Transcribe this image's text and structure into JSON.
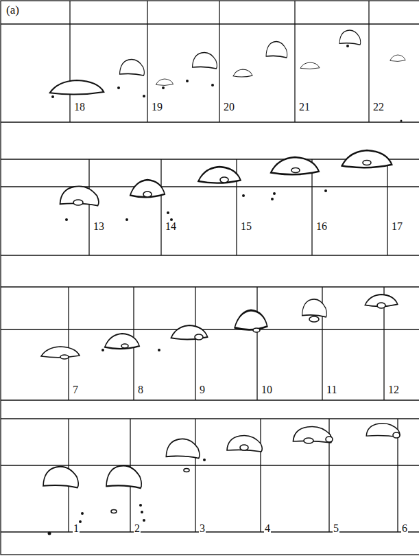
{
  "diagram": {
    "labels": [
      "(a)",
      "1",
      "2",
      "3",
      "4",
      "5",
      "6",
      "7",
      "8",
      "9",
      "10",
      "11",
      "12",
      "13",
      "14",
      "15",
      "16",
      "17",
      "18",
      "19",
      "20",
      "21",
      "22"
    ]
  }
}
